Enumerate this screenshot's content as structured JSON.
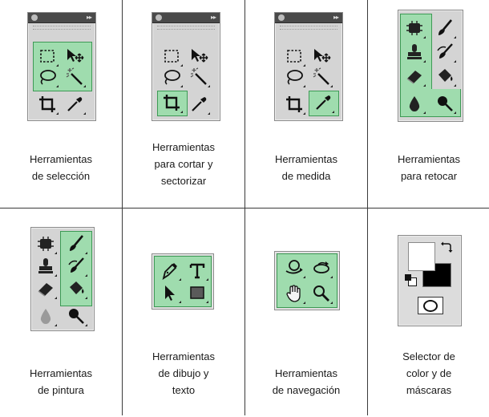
{
  "cells": [
    {
      "caption": [
        "Herramientas",
        "de selección"
      ]
    },
    {
      "caption": [
        "Herramientas",
        "para cortar y",
        "sectorizar"
      ]
    },
    {
      "caption": [
        "Herramientas",
        "de medida"
      ]
    },
    {
      "caption": [
        "Herramientas",
        "para retocar"
      ]
    },
    {
      "caption": [
        "Herramientas",
        "de pintura"
      ]
    },
    {
      "caption": [
        "Herramientas",
        "de dibujo y",
        "texto"
      ]
    },
    {
      "caption": [
        "Herramientas",
        "de navegación"
      ]
    },
    {
      "caption": [
        "Selector de",
        "color y de",
        "máscaras"
      ]
    }
  ],
  "tools": {
    "selection_panel": [
      "marquee-icon",
      "move-icon",
      "lasso-icon",
      "magic-wand-icon",
      "crop-icon",
      "eyedropper-icon"
    ],
    "retouch_panel": [
      "healing-brush-icon",
      "brush-icon",
      "clone-stamp-icon",
      "history-brush-icon",
      "eraser-icon",
      "paint-bucket-icon",
      "blur-icon",
      "dodge-icon"
    ],
    "drawing_panel": [
      "pen-icon",
      "type-icon",
      "path-selection-icon",
      "rectangle-icon"
    ],
    "navigation_panel": [
      "3d-rotate-icon",
      "3d-orbit-icon",
      "hand-icon",
      "zoom-icon"
    ],
    "color_panel": [
      "foreground-color-swatch",
      "background-color-swatch",
      "swap-colors-icon",
      "default-colors-icon",
      "quick-mask-icon"
    ]
  },
  "colors": {
    "highlight_fill": "#9fdcae",
    "highlight_border": "#3d9a55",
    "panel_bg": "#d4d4d4",
    "titlebar": "#4a4a4a",
    "foreground_color": "#ffffff",
    "background_color": "#000000"
  }
}
